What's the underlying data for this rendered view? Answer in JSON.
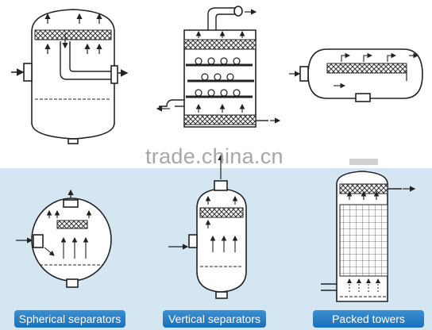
{
  "watermark_text": "trade.china.cn",
  "labels": {
    "spherical": "Spherical separators",
    "vertical": "Vertical separators",
    "packed": "Packed towers"
  },
  "colors": {
    "bottom_background": "#d5e6f3",
    "label_background": "#2a7fc6",
    "stroke": "#222222",
    "vessel_fill": "#ffffff"
  }
}
